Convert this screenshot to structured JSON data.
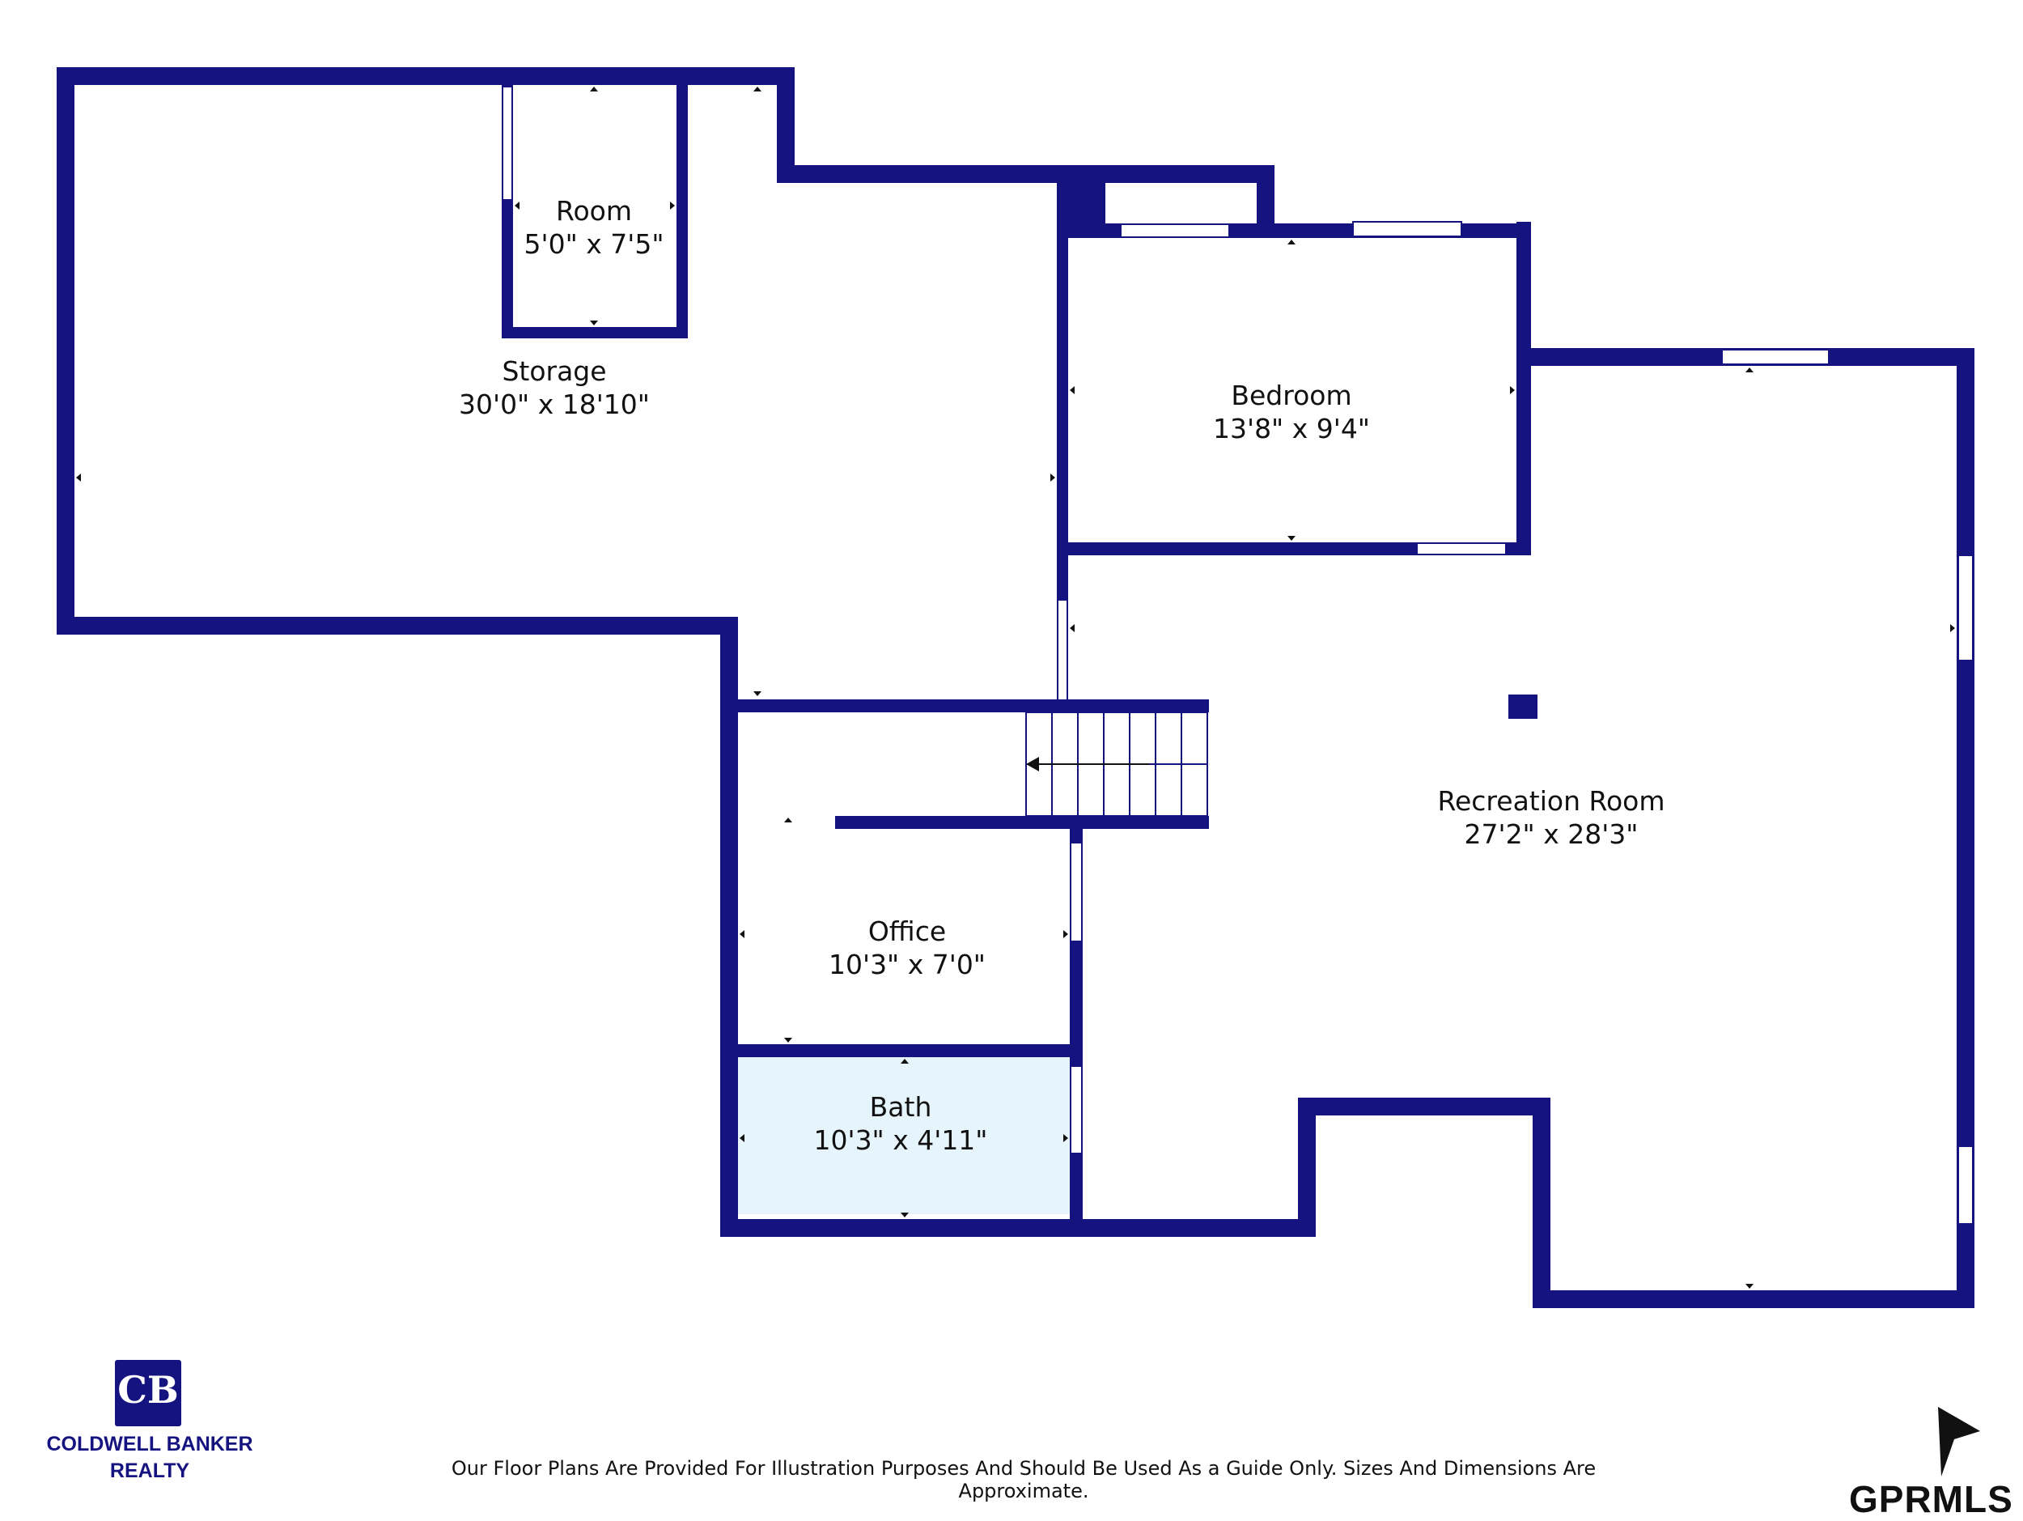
{
  "rooms": {
    "room": {
      "name": "Room",
      "size": "5'0\" x 7'5\""
    },
    "storage": {
      "name": "Storage",
      "size": "30'0\" x 18'10\""
    },
    "bedroom": {
      "name": "Bedroom",
      "size": "13'8\" x 9'4\""
    },
    "recreation": {
      "name": "Recreation Room",
      "size": "27'2\" x 28'3\""
    },
    "office": {
      "name": "Office",
      "size": "10'3\" x 7'0\""
    },
    "bath": {
      "name": "Bath",
      "size": "10'3\" x 4'11\""
    }
  },
  "footer": {
    "disclaimer": "Our Floor Plans Are Provided For Illustration Purposes And Should Be Used As a Guide Only. Sizes And Dimensions Are Approximate.",
    "brand_line1": "COLDWELL BANKER",
    "brand_line2": "REALTY",
    "brand_logo_text": "CB",
    "mls": "GPRMLS"
  },
  "colors": {
    "wall": "#15137f",
    "bath_fill": "#e6f4fb",
    "background": "#ffffff"
  },
  "icons": [
    "coldwell-banker-logo-icon",
    "north-arrow-icon"
  ]
}
